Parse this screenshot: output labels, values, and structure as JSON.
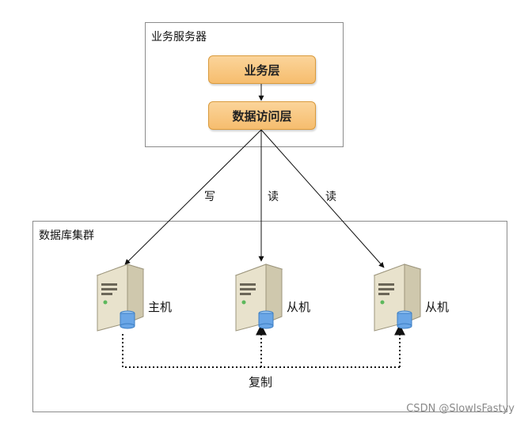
{
  "app_server": {
    "title": "业务服务器",
    "business_layer": "业务层",
    "data_access_layer": "数据访问层"
  },
  "db_cluster": {
    "title": "数据库集群",
    "servers": [
      {
        "label": "主机",
        "icon": "database-server-icon"
      },
      {
        "label": "从机",
        "icon": "database-server-icon"
      },
      {
        "label": "从机",
        "icon": "database-server-icon"
      }
    ]
  },
  "arrows": {
    "write": "写",
    "read_1": "读",
    "read_2": "读",
    "replication": "复制"
  },
  "watermark": "CSDN @SlowIsFastyy",
  "colors": {
    "layer_fill": "#f6bd6e",
    "layer_border": "#d99a3c",
    "server_body": "#e8e2cc",
    "cylinder": "#6aa6e6"
  }
}
